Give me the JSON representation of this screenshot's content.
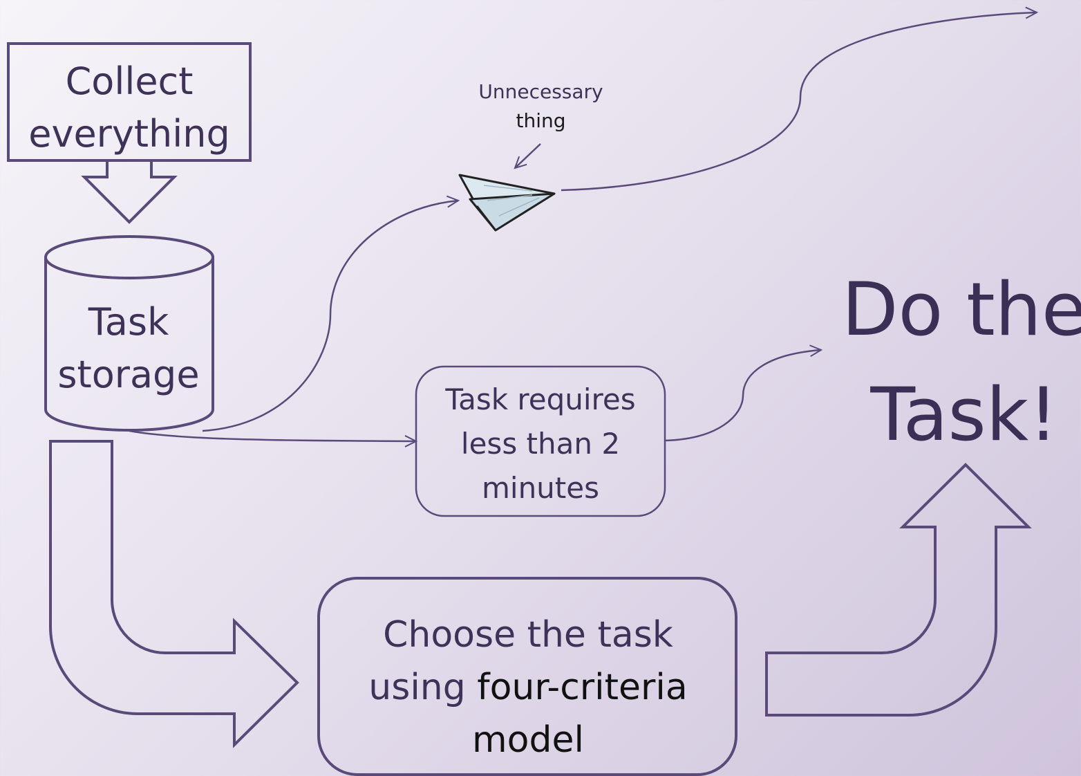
{
  "diagram": {
    "collect": {
      "line1": "Collect",
      "line2": "everything"
    },
    "storage": {
      "line1": "Task",
      "line2": "storage"
    },
    "unnecessary": {
      "line1": "Unnecessary",
      "line2": "thing"
    },
    "two_minutes": {
      "line1": "Task requires",
      "line2": "less than 2",
      "line3": "minutes"
    },
    "choose": {
      "line1": "Choose the task",
      "line2a": "using ",
      "line2b": "four-criteria",
      "line3": "model"
    },
    "do_task": {
      "line1": "Do the",
      "line2": "Task!"
    }
  },
  "colors": {
    "stroke": "#5a4a7a",
    "text": "#3f3258",
    "accent_text": "#111111"
  },
  "icons": {
    "paper_plane": "paper-plane-icon"
  }
}
